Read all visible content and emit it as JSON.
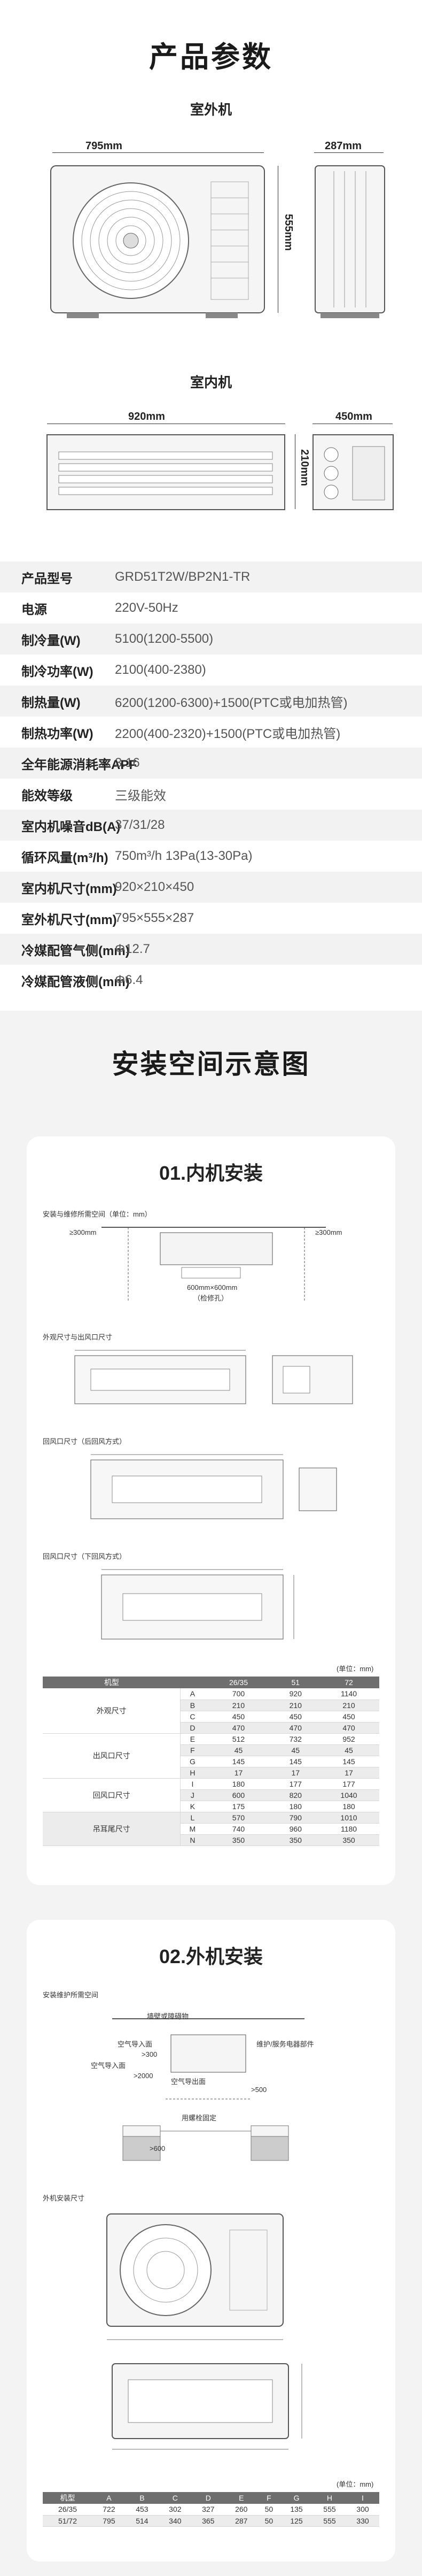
{
  "header": {
    "title": "产品参数",
    "outdoor_title": "室外机",
    "indoor_title": "室内机"
  },
  "outdoor_dims": {
    "width": "795mm",
    "depth": "287mm",
    "height": "555mm"
  },
  "indoor_dims": {
    "width": "920mm",
    "depth": "450mm",
    "height": "210mm"
  },
  "specs": [
    {
      "label": "产品型号",
      "value": "GRD51T2W/BP2N1-TR"
    },
    {
      "label": "电源",
      "value": "220V-50Hz"
    },
    {
      "label": "制冷量(W)",
      "value": "5100(1200-5500)"
    },
    {
      "label": "制冷功率(W)",
      "value": " 2100(400-2380)"
    },
    {
      "label": "制热量(W)",
      "value": "6200(1200-6300)+1500(PTC或电加热管)"
    },
    {
      "label": "制热功率(W)",
      "value": "2200(400-2320)+1500(PTC或电加热管)"
    },
    {
      "label": "全年能源消耗率APF",
      "value": "3.16"
    },
    {
      "label": "能效等级",
      "value": "三级能效"
    },
    {
      "label": "室内机噪音dB(A)",
      "value": "37/31/28"
    },
    {
      "label": "循环风量(m³/h)",
      "value": "750m³/h 13Pa(13-30Pa)"
    },
    {
      "label": "室内机尺寸(mm)",
      "value": "920×210×450"
    },
    {
      "label": "室外机尺寸(mm)",
      "value": "795×555×287"
    },
    {
      "label": "冷媒配管气侧(mm)",
      "value": "Φ12.7"
    },
    {
      "label": "冷媒配管液侧(mm)",
      "value": "Φ6.4"
    }
  ],
  "install": {
    "title": "安装空间示意图",
    "indoor_card": {
      "title": "01.内机安装",
      "label_space": "安装与维修所需空间（单位：mm）",
      "label_outline": "外观尺寸与出风口尺寸",
      "label_return_back": "回风口尺寸（后回风方式）",
      "label_return_bottom": "回风口尺寸（下回风方式）",
      "note_300a": "≥300mm",
      "note_300b": "≥300mm",
      "note_access": "600mm×600mm",
      "note_access2": "（检修孔）",
      "unit": "(单位：mm)",
      "table_headers": [
        "机型",
        "",
        "26/35",
        "51",
        "72"
      ],
      "rows": [
        {
          "group": "外观尺寸",
          "span": 4,
          "code": "A",
          "v": [
            "700",
            "920",
            "1140"
          ]
        },
        {
          "group": "",
          "code": "B",
          "v": [
            "210",
            "210",
            "210"
          ]
        },
        {
          "group": "",
          "code": "C",
          "v": [
            "450",
            "450",
            "450"
          ]
        },
        {
          "group": "",
          "code": "D",
          "v": [
            "470",
            "470",
            "470"
          ]
        },
        {
          "group": "出风口尺寸",
          "span": 4,
          "code": "E",
          "v": [
            "512",
            "732",
            "952"
          ]
        },
        {
          "group": "",
          "code": "F",
          "v": [
            "45",
            "45",
            "45"
          ]
        },
        {
          "group": "",
          "code": "G",
          "v": [
            "145",
            "145",
            "145"
          ]
        },
        {
          "group": "",
          "code": "H",
          "v": [
            "17",
            "17",
            "17"
          ]
        },
        {
          "group": "回风口尺寸",
          "span": 3,
          "code": "I",
          "v": [
            "180",
            "177",
            "177"
          ]
        },
        {
          "group": "",
          "code": "J",
          "v": [
            "600",
            "820",
            "1040"
          ]
        },
        {
          "group": "",
          "code": "K",
          "v": [
            "175",
            "180",
            "180"
          ]
        },
        {
          "group": "吊耳尾尺寸",
          "span": 3,
          "code": "L",
          "v": [
            "570",
            "790",
            "1010"
          ]
        },
        {
          "group": "",
          "code": "M",
          "v": [
            "740",
            "960",
            "1180"
          ]
        },
        {
          "group": "",
          "code": "N",
          "v": [
            "350",
            "350",
            "350"
          ]
        }
      ]
    },
    "outdoor_card": {
      "title": "02.外机安装",
      "label_space": "安装维护所需空间",
      "label_outline": "外机安装尺寸",
      "note_wall": "墙壁或障碍物",
      "note_inlet": "空气导入面",
      "note_inlet2": "空气导入面",
      "note_outlet": "空气导出面",
      "note_repair": "维护/服务电器部件",
      "note_300": ">300",
      "note_2000": ">2000",
      "note_600": ">600",
      "note_500": ">500",
      "note_hold": "用螺栓固定",
      "unit": "(单位：mm)",
      "table_headers": [
        "机型",
        "A",
        "B",
        "C",
        "D",
        "E",
        "F",
        "G",
        "H",
        "I"
      ],
      "rows": [
        [
          "26/35",
          "722",
          "453",
          "302",
          "327",
          "260",
          "50",
          "135",
          "555",
          "300"
        ],
        [
          "51/72",
          "795",
          "514",
          "340",
          "365",
          "287",
          "50",
          "125",
          "555",
          "330"
        ]
      ]
    }
  }
}
